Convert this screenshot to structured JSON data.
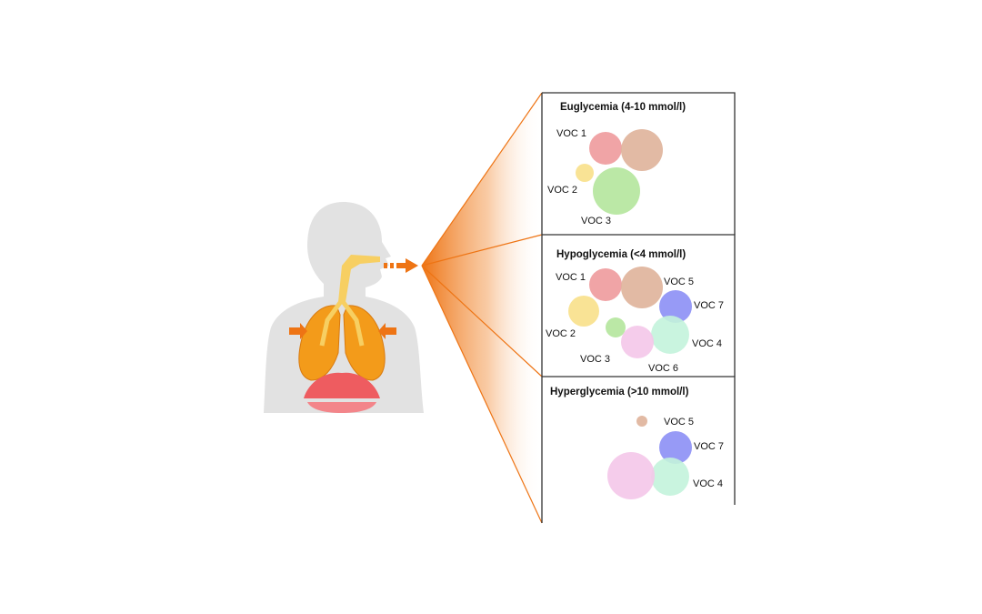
{
  "colors": {
    "voc1": "#ee9a9c",
    "voc2": "#f8e08a",
    "voc3": "#b4e59c",
    "voc4": "#c3f3dc",
    "voc5": "#dfb29a",
    "voc6": "#f4c6e9",
    "voc7": "#8c8ff5",
    "body": "#e2e2e2",
    "lungs": "#f39b1a",
    "airway": "#f7cf62",
    "diaphragm": "#ee5c60",
    "accent": "#ee7414"
  },
  "panels": [
    {
      "title": "Euglycemia (4-10 mmol/l)",
      "labels": [
        "VOC 1",
        "VOC 2",
        "VOC 3"
      ]
    },
    {
      "title": "Hypoglycemia (<4 mmol/l)",
      "labels": [
        "VOC 1",
        "VOC 5",
        "VOC 7",
        "VOC 2",
        "VOC 4",
        "VOC 3",
        "VOC 6"
      ]
    },
    {
      "title": "Hyperglycemia (>10 mmol/l)",
      "labels": [
        "VOC 5",
        "VOC 7",
        "VOC 4"
      ]
    }
  ]
}
